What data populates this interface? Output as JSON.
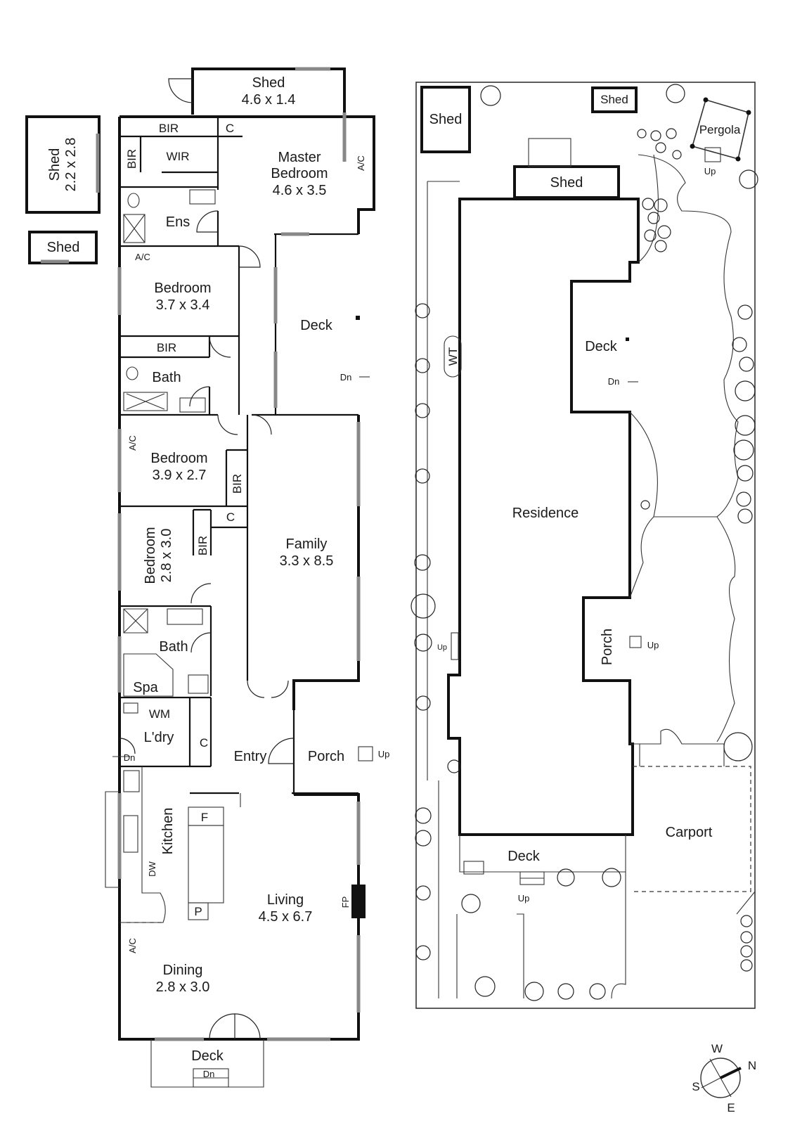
{
  "floor_plan": {
    "rooms": {
      "shed_top": {
        "name": "Shed",
        "size": "4.6 x 1.4"
      },
      "shed_left": {
        "name": "Shed",
        "size": "2.2 x 2.8"
      },
      "shed_small": {
        "name": "Shed"
      },
      "bir_1": "BIR",
      "c_1": "C",
      "wir": "WIR",
      "bir_2": "BIR",
      "ac_1": "A/C",
      "master": {
        "name_1": "Master",
        "name_2": "Bedroom",
        "size": "4.6 x 3.5"
      },
      "ens": "Ens",
      "ac_2": "A/C",
      "bedroom_1": {
        "name": "Bedroom",
        "size": "3.7 x 3.4"
      },
      "deck_1": "Deck",
      "bir_3": "BIR",
      "bath_1": "Bath",
      "dn_1": "Dn",
      "ac_3": "A/C",
      "bedroom_2": {
        "name": "Bedroom",
        "size": "3.9 x 2.7"
      },
      "bir_4": "BIR",
      "c_2": "C",
      "family": {
        "name": "Family",
        "size": "3.3 x 8.5"
      },
      "bedroom_3": {
        "name": "Bedroom",
        "size": "2.8 x 3.0"
      },
      "bir_5": "BIR",
      "bath_2": "Bath",
      "spa": "Spa",
      "wm": "WM",
      "laundry": "L'dry",
      "c_3": "C",
      "dn_2": "Dn",
      "entry": "Entry",
      "porch_1": "Porch",
      "up_1": "Up",
      "kitchen": "Kitchen",
      "f": "F",
      "dw": "DW",
      "p": "P",
      "living": {
        "name": "Living",
        "size": "4.5 x 6.7"
      },
      "fp": "FP",
      "ac_4": "A/C",
      "dining": {
        "name": "Dining",
        "size": "2.8 x 3.0"
      },
      "deck_2": "Deck",
      "dn_3": "Dn"
    }
  },
  "site_plan": {
    "labels": {
      "shed_1": "Shed",
      "shed_2": "Shed",
      "shed_3": "Shed",
      "pergola": "Pergola",
      "up_1": "Up",
      "wt": "WT",
      "deck_1": "Deck",
      "dn_1": "Dn",
      "residence": "Residence",
      "porch": "Porch",
      "up_2": "Up",
      "up_3": "Up",
      "carport": "Carport",
      "deck_2": "Deck",
      "up_4": "Up"
    }
  },
  "compass": {
    "w": "W",
    "n": "N",
    "s": "S",
    "e": "E"
  }
}
